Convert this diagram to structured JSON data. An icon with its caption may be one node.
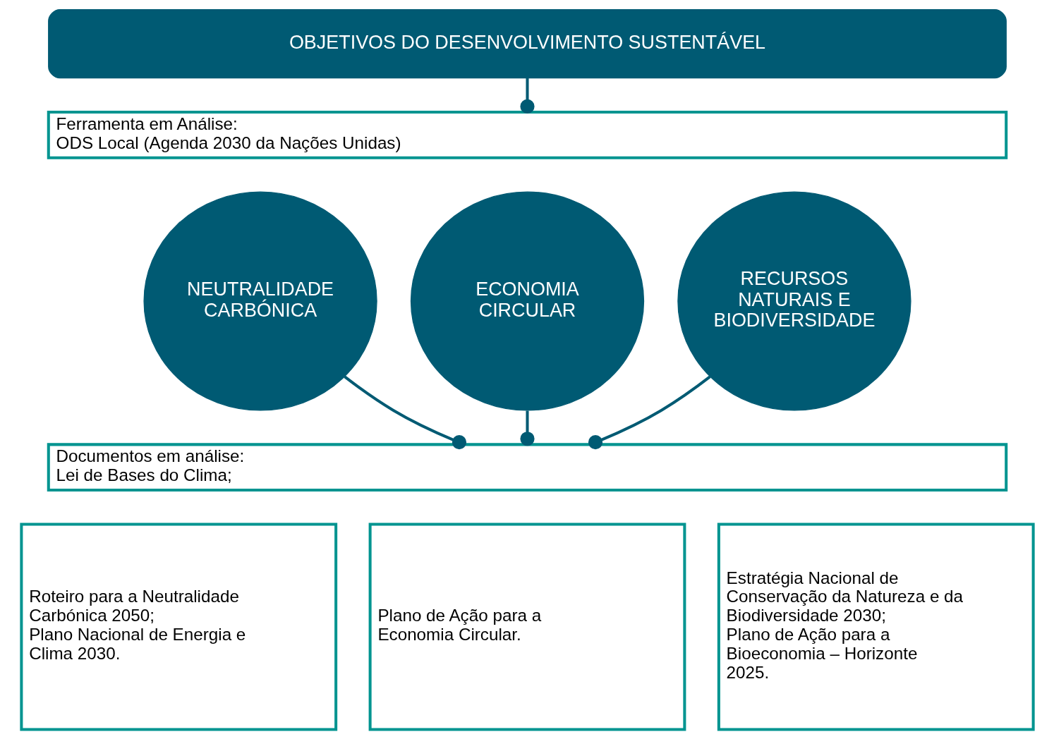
{
  "diagram": {
    "nodes": [
      {
        "text": [
          "OBJETIVOS DO DESENVOLVIMENTO SUSTENTÁVEL"
        ]
      },
      {
        "text": [
          "Ferramenta em Análise:",
          "ODS Local (Agenda 2030 da Nações Unidas)"
        ]
      },
      {
        "text": [
          "NEUTRALIDADE CARBÓNICA"
        ]
      },
      {
        "text": [
          "ECONOMIA CIRCULAR"
        ]
      },
      {
        "text": [
          "RECURSOS NATURAIS E BIODIVERSIDADE"
        ]
      },
      {
        "text": [
          "Documentos em análise:",
          "Lei de Bases do Clima;"
        ]
      },
      {
        "text": [
          "Roteiro para a Neutralidade Carbónica 2050;",
          "Plano Nacional de Energia e Clima 2030."
        ]
      },
      {
        "text": [
          "Plano de Ação para a Economia Circular."
        ]
      },
      {
        "text": [
          "Estratégia Nacional de Conservação da Natureza e da Biodiversidade 2030;",
          "Plano de Ação para a Bioeconomia – Horizonte 2025."
        ]
      }
    ],
    "edges": [
      {
        "from": 0,
        "to": 1,
        "arrow": "other"
      },
      {
        "from": 2,
        "to": 5,
        "arrow": "other"
      },
      {
        "from": 3,
        "to": 5,
        "arrow": "other"
      },
      {
        "from": 4,
        "to": 5,
        "arrow": "other"
      }
    ]
  }
}
